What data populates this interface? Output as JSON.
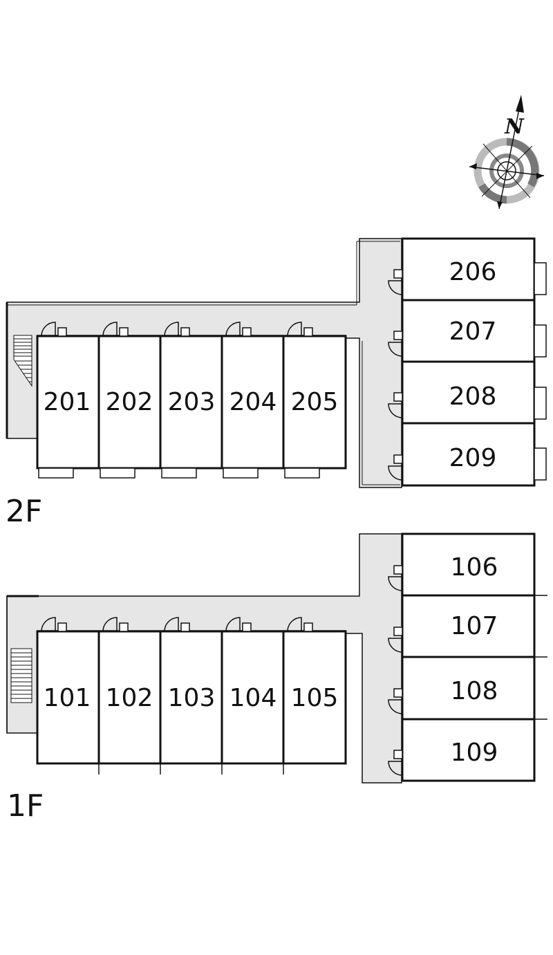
{
  "floors": [
    {
      "label": "2F",
      "row_units": [
        "201",
        "202",
        "203",
        "204",
        "205"
      ],
      "column_units": [
        "206",
        "207",
        "208",
        "209"
      ]
    },
    {
      "label": "1F",
      "row_units": [
        "101",
        "102",
        "103",
        "104",
        "105"
      ],
      "column_units": [
        "106",
        "107",
        "108",
        "109"
      ]
    }
  ],
  "compass": {
    "label": "N"
  },
  "colors": {
    "corridor": "#e6e6e6",
    "line": "#111111",
    "ring_dark": "#777777",
    "ring_light": "#bbbbbb"
  }
}
